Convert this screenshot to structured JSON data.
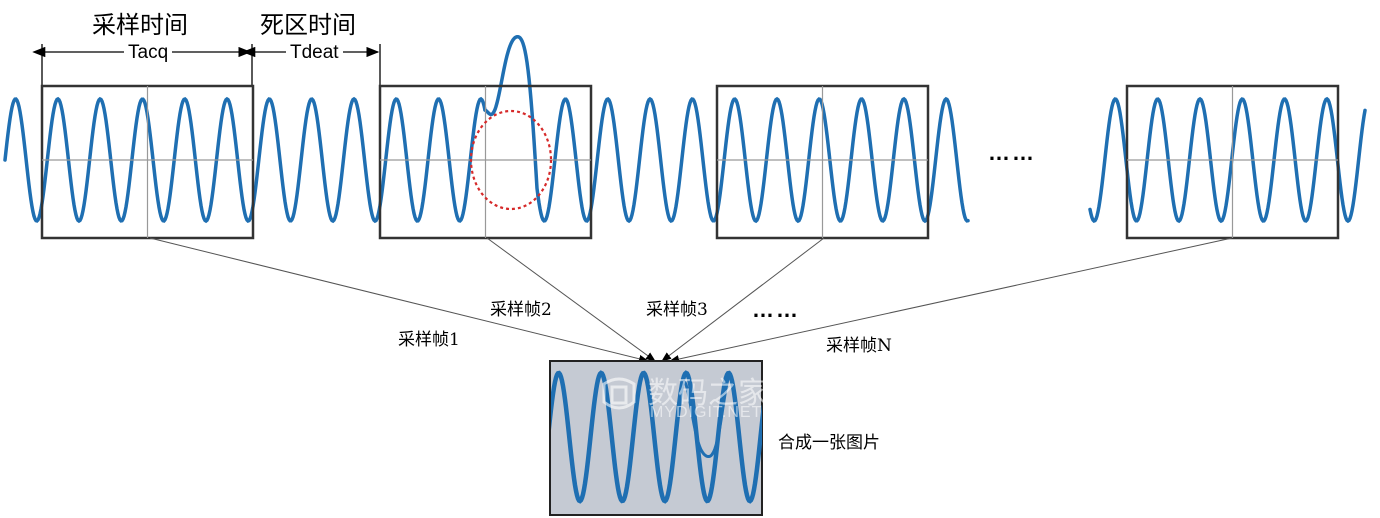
{
  "header": {
    "sampling_time": "采样时间",
    "dead_time": "死区时间",
    "tacq": "Tacq",
    "tdeat": "Tdeat"
  },
  "ellipsis": "……",
  "frames": {
    "frame1": "采样帧1",
    "frame2": "采样帧2",
    "frame3": "采样帧3",
    "frame_n": "采样帧N",
    "middle_dots": "……"
  },
  "result_label": "合成一张图片",
  "watermark": {
    "text_cn": "数码之家",
    "text_en": "MYDIGIT.NET"
  },
  "colors": {
    "wave": "#1f6fb2",
    "frame_border": "#333333",
    "composite_bg": "#c5cad3",
    "anomaly_circle": "#d62a2a"
  }
}
